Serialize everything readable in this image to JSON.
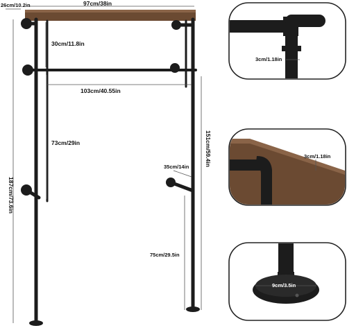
{
  "dimensions": {
    "top_depth": "26cm/10.2in",
    "top_width": "97cm/38in",
    "top_spacing": "30cm/11.8in",
    "rod_width": "103cm/40.55in",
    "upper_height": "73cm/29in",
    "total_height": "187cm/73.6in",
    "side_height": "151cm/59.4in",
    "arm_length": "35cm/14in",
    "lower_height": "75cm/29.5in"
  },
  "details": {
    "pipe_diameter_1": "3cm/1.18in",
    "pipe_diameter_2": "3cm/1.18in",
    "base_diameter": "9cm/3.5in"
  },
  "colors": {
    "pipe": "#1c1c1c",
    "wood": "#6b4a32",
    "wood_light": "#8a6448",
    "background": "#ffffff"
  }
}
